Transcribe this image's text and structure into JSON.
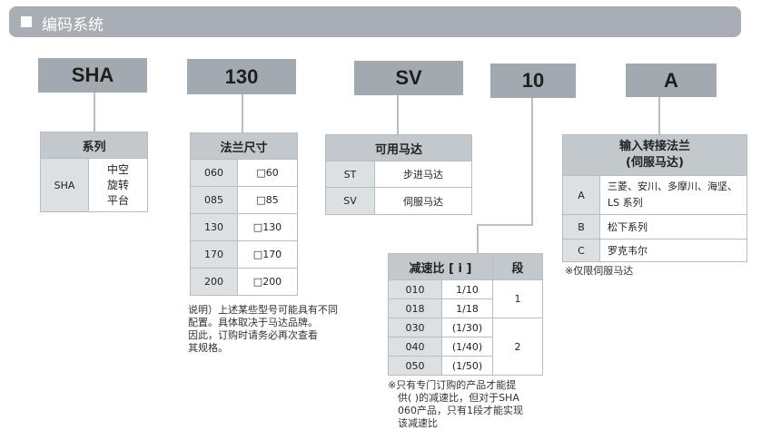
{
  "header": {
    "title": "编码系统"
  },
  "codes": [
    "SHA",
    "130",
    "SV",
    "10",
    "A"
  ],
  "series": {
    "title": "系列",
    "rows": [
      {
        "k": "SHA",
        "v": "中空\n旋转\n平台"
      }
    ]
  },
  "flange": {
    "title": "法兰尺寸",
    "rows": [
      {
        "k": "060",
        "v": "□60"
      },
      {
        "k": "085",
        "v": "□85"
      },
      {
        "k": "130",
        "v": "□130"
      },
      {
        "k": "170",
        "v": "□170"
      },
      {
        "k": "200",
        "v": "□200"
      }
    ],
    "note": "说明）上述某些型号可能具有不同\n配置。具体取决于马达品牌。\n因此，订购时请务必再次查看\n其规格。"
  },
  "motor": {
    "title": "可用马达",
    "rows": [
      {
        "k": "ST",
        "v": "步进马达"
      },
      {
        "k": "SV",
        "v": "伺服马达"
      }
    ]
  },
  "ratio": {
    "title": "减速比 [ i ]",
    "stage_title": "段",
    "rows": [
      {
        "k": "010",
        "v": "1/10"
      },
      {
        "k": "018",
        "v": "1/18"
      },
      {
        "k": "030",
        "v": "(1/30)"
      },
      {
        "k": "040",
        "v": "(1/40)"
      },
      {
        "k": "050",
        "v": "(1/50)"
      }
    ],
    "stages": [
      "1",
      "2"
    ],
    "note": "※只有专门订购的产品才能提\n　供( )的减速比，但对于SHA\n　060产品，只有1段才能实现\n　该减速比"
  },
  "input": {
    "title": "输入转接法兰\n(伺服马达)",
    "rows": [
      {
        "k": "A",
        "v": "三菱、安川、多摩川、海坚、\nLS 系列"
      },
      {
        "k": "B",
        "v": "松下系列"
      },
      {
        "k": "C",
        "v": "罗克韦尔"
      }
    ],
    "note": "※仅限伺服马达"
  }
}
